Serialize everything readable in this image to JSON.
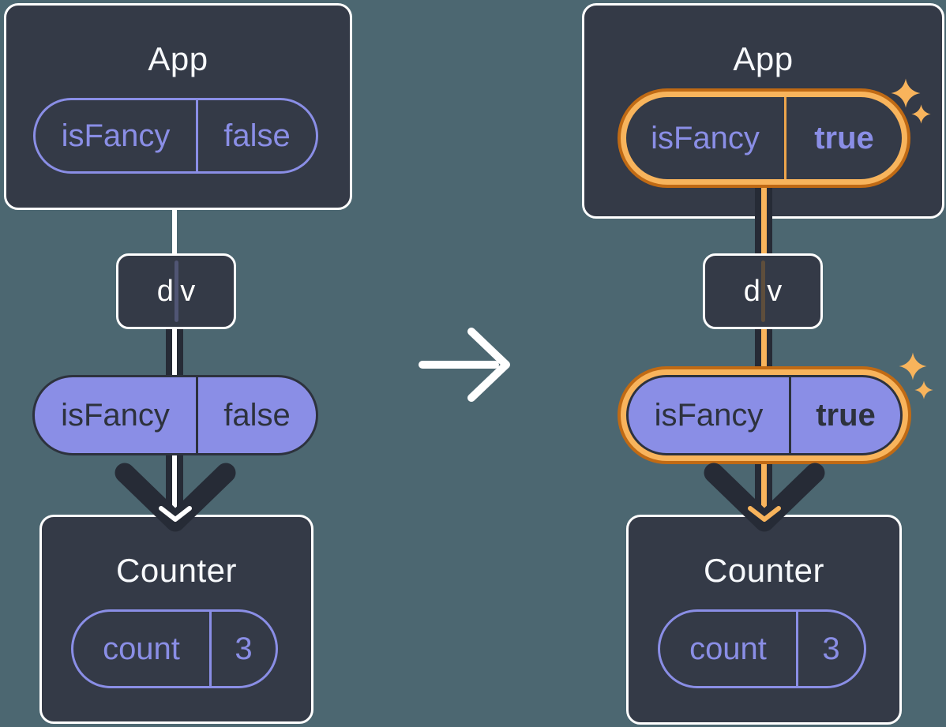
{
  "diagram": {
    "before": {
      "app": {
        "title": "App",
        "prop_name": "isFancy",
        "prop_value": "false"
      },
      "middle": {
        "label": "div"
      },
      "prop_pill": {
        "name": "isFancy",
        "value": "false"
      },
      "counter": {
        "title": "Counter",
        "state_name": "count",
        "state_value": "3"
      }
    },
    "after": {
      "app": {
        "title": "App",
        "prop_name": "isFancy",
        "prop_value": "true"
      },
      "middle": {
        "label": "div"
      },
      "prop_pill": {
        "name": "isFancy",
        "value": "true"
      },
      "counter": {
        "title": "Counter",
        "state_name": "count",
        "state_value": "3"
      }
    },
    "icons": {
      "transition": "arrow-right-icon",
      "highlight": "sparkle-icon",
      "flow": "chevron-down-arrow-icon"
    },
    "colors": {
      "background": "#4c6771",
      "box_fill": "#343a47",
      "box_border": "#ffffff",
      "purple": "#8a8ee6",
      "dark_text": "#2d323d",
      "arrow_dark": "#262b36",
      "highlight_orange": "#f8b45c",
      "highlight_orange_dark": "#c06a14",
      "title_text": "#f7f9fc"
    }
  }
}
